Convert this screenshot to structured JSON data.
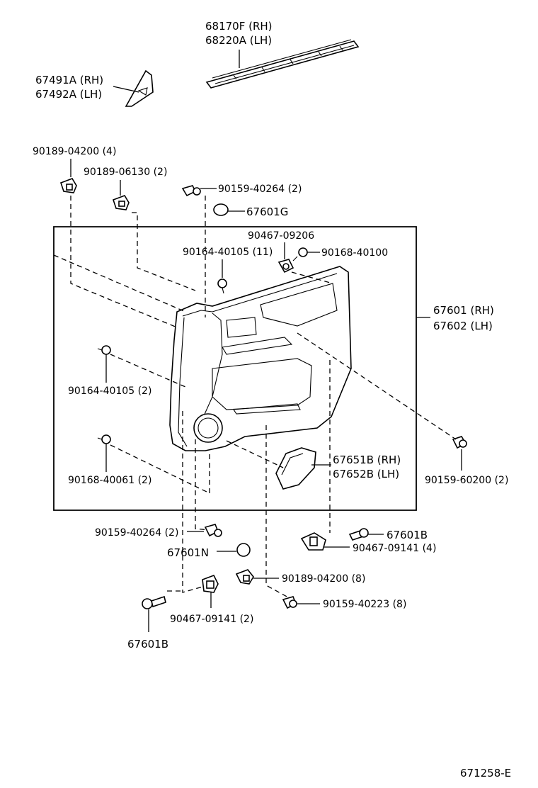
{
  "labels": {
    "belt_moulding_rh": "68170F (RH)",
    "belt_moulding_lh": "68220A (LH)",
    "cover_rh": "67491A (RH)",
    "cover_lh": "67492A (LH)",
    "clip_90189_04200_top": "90189-04200 (4)",
    "clip_90189_06130": "90189-06130 (2)",
    "screw_90159_40264_top": "90159-40264 (2)",
    "cap_67601g": "67601G",
    "clip_90467_09206": "90467-09206",
    "screw_90168_40100": "90168-40100",
    "screw_90164_40105_11": "90164-40105 (11)",
    "panel_rh": "67601 (RH)",
    "panel_lh": "67602 (LH)",
    "screw_90164_40105_2": "90164-40105 (2)",
    "screw_90159_60200": "90159-60200 (2)",
    "pad_rh": "67651B (RH)",
    "pad_lh": "67652B (LH)",
    "screw_90168_40061": "90168-40061 (2)",
    "screw_90159_40264_bottom": "90159-40264 (2)",
    "cap_67601n": "67601N",
    "bolt_67601b_right": "67601B",
    "clip_90467_09141_4": "90467-09141 (4)",
    "clip_90189_04200_8": "90189-04200 (8)",
    "screw_90159_40223": "90159-40223 (8)",
    "clip_90467_09141_2": "90467-09141 (2)",
    "bolt_67601b_left": "67601B",
    "figure_id": "671258-E"
  }
}
